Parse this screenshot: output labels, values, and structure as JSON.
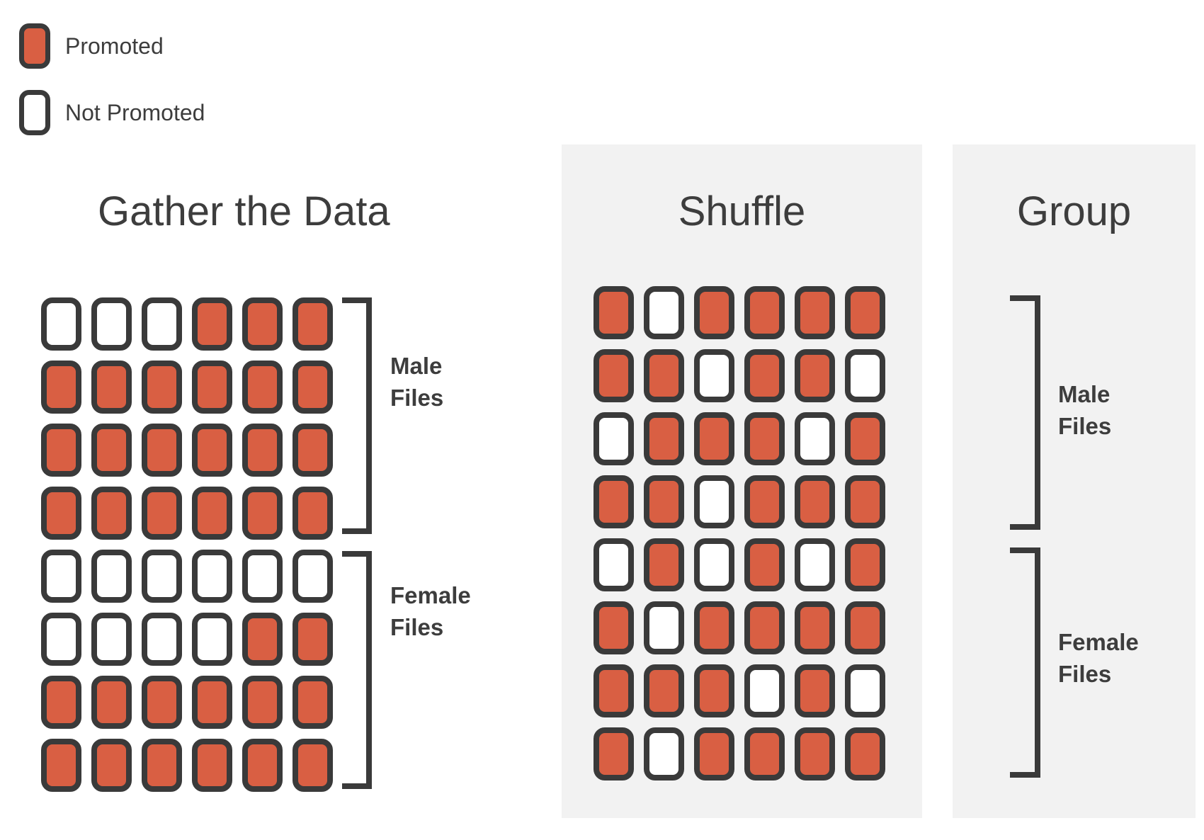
{
  "colors": {
    "promoted": "#D95F43",
    "not_promoted": "#FFFFFF",
    "outline": "#3A3A3A",
    "text": "#3D3D3D",
    "panel_bg": "#F2F2F2"
  },
  "legend": {
    "items": [
      {
        "label": "Promoted",
        "status": "promoted"
      },
      {
        "label": "Not Promoted",
        "status": "not_promoted"
      }
    ]
  },
  "steps": {
    "gather": {
      "title": "Gather the Data",
      "grid": [
        "NNNPPP",
        "PPPPPP",
        "PPPPPP",
        "PPPPPP",
        "NNNNNN",
        "NNNNPP",
        "PPPPPP",
        "PPPPPP"
      ],
      "groups": [
        {
          "label": "Male\nFiles"
        },
        {
          "label": "Female\nFiles"
        }
      ]
    },
    "shuffle": {
      "title": "Shuffle",
      "grid": [
        "PNPPPP",
        "PPNPPN",
        "NPPPNP",
        "PPNPPP",
        "NPNPNP",
        "PNPPPP",
        "PPPNPN",
        "PNPPPP"
      ]
    },
    "group": {
      "title": "Group",
      "groups": [
        {
          "label": "Male\nFiles"
        },
        {
          "label": "Female\nFiles"
        }
      ]
    }
  }
}
